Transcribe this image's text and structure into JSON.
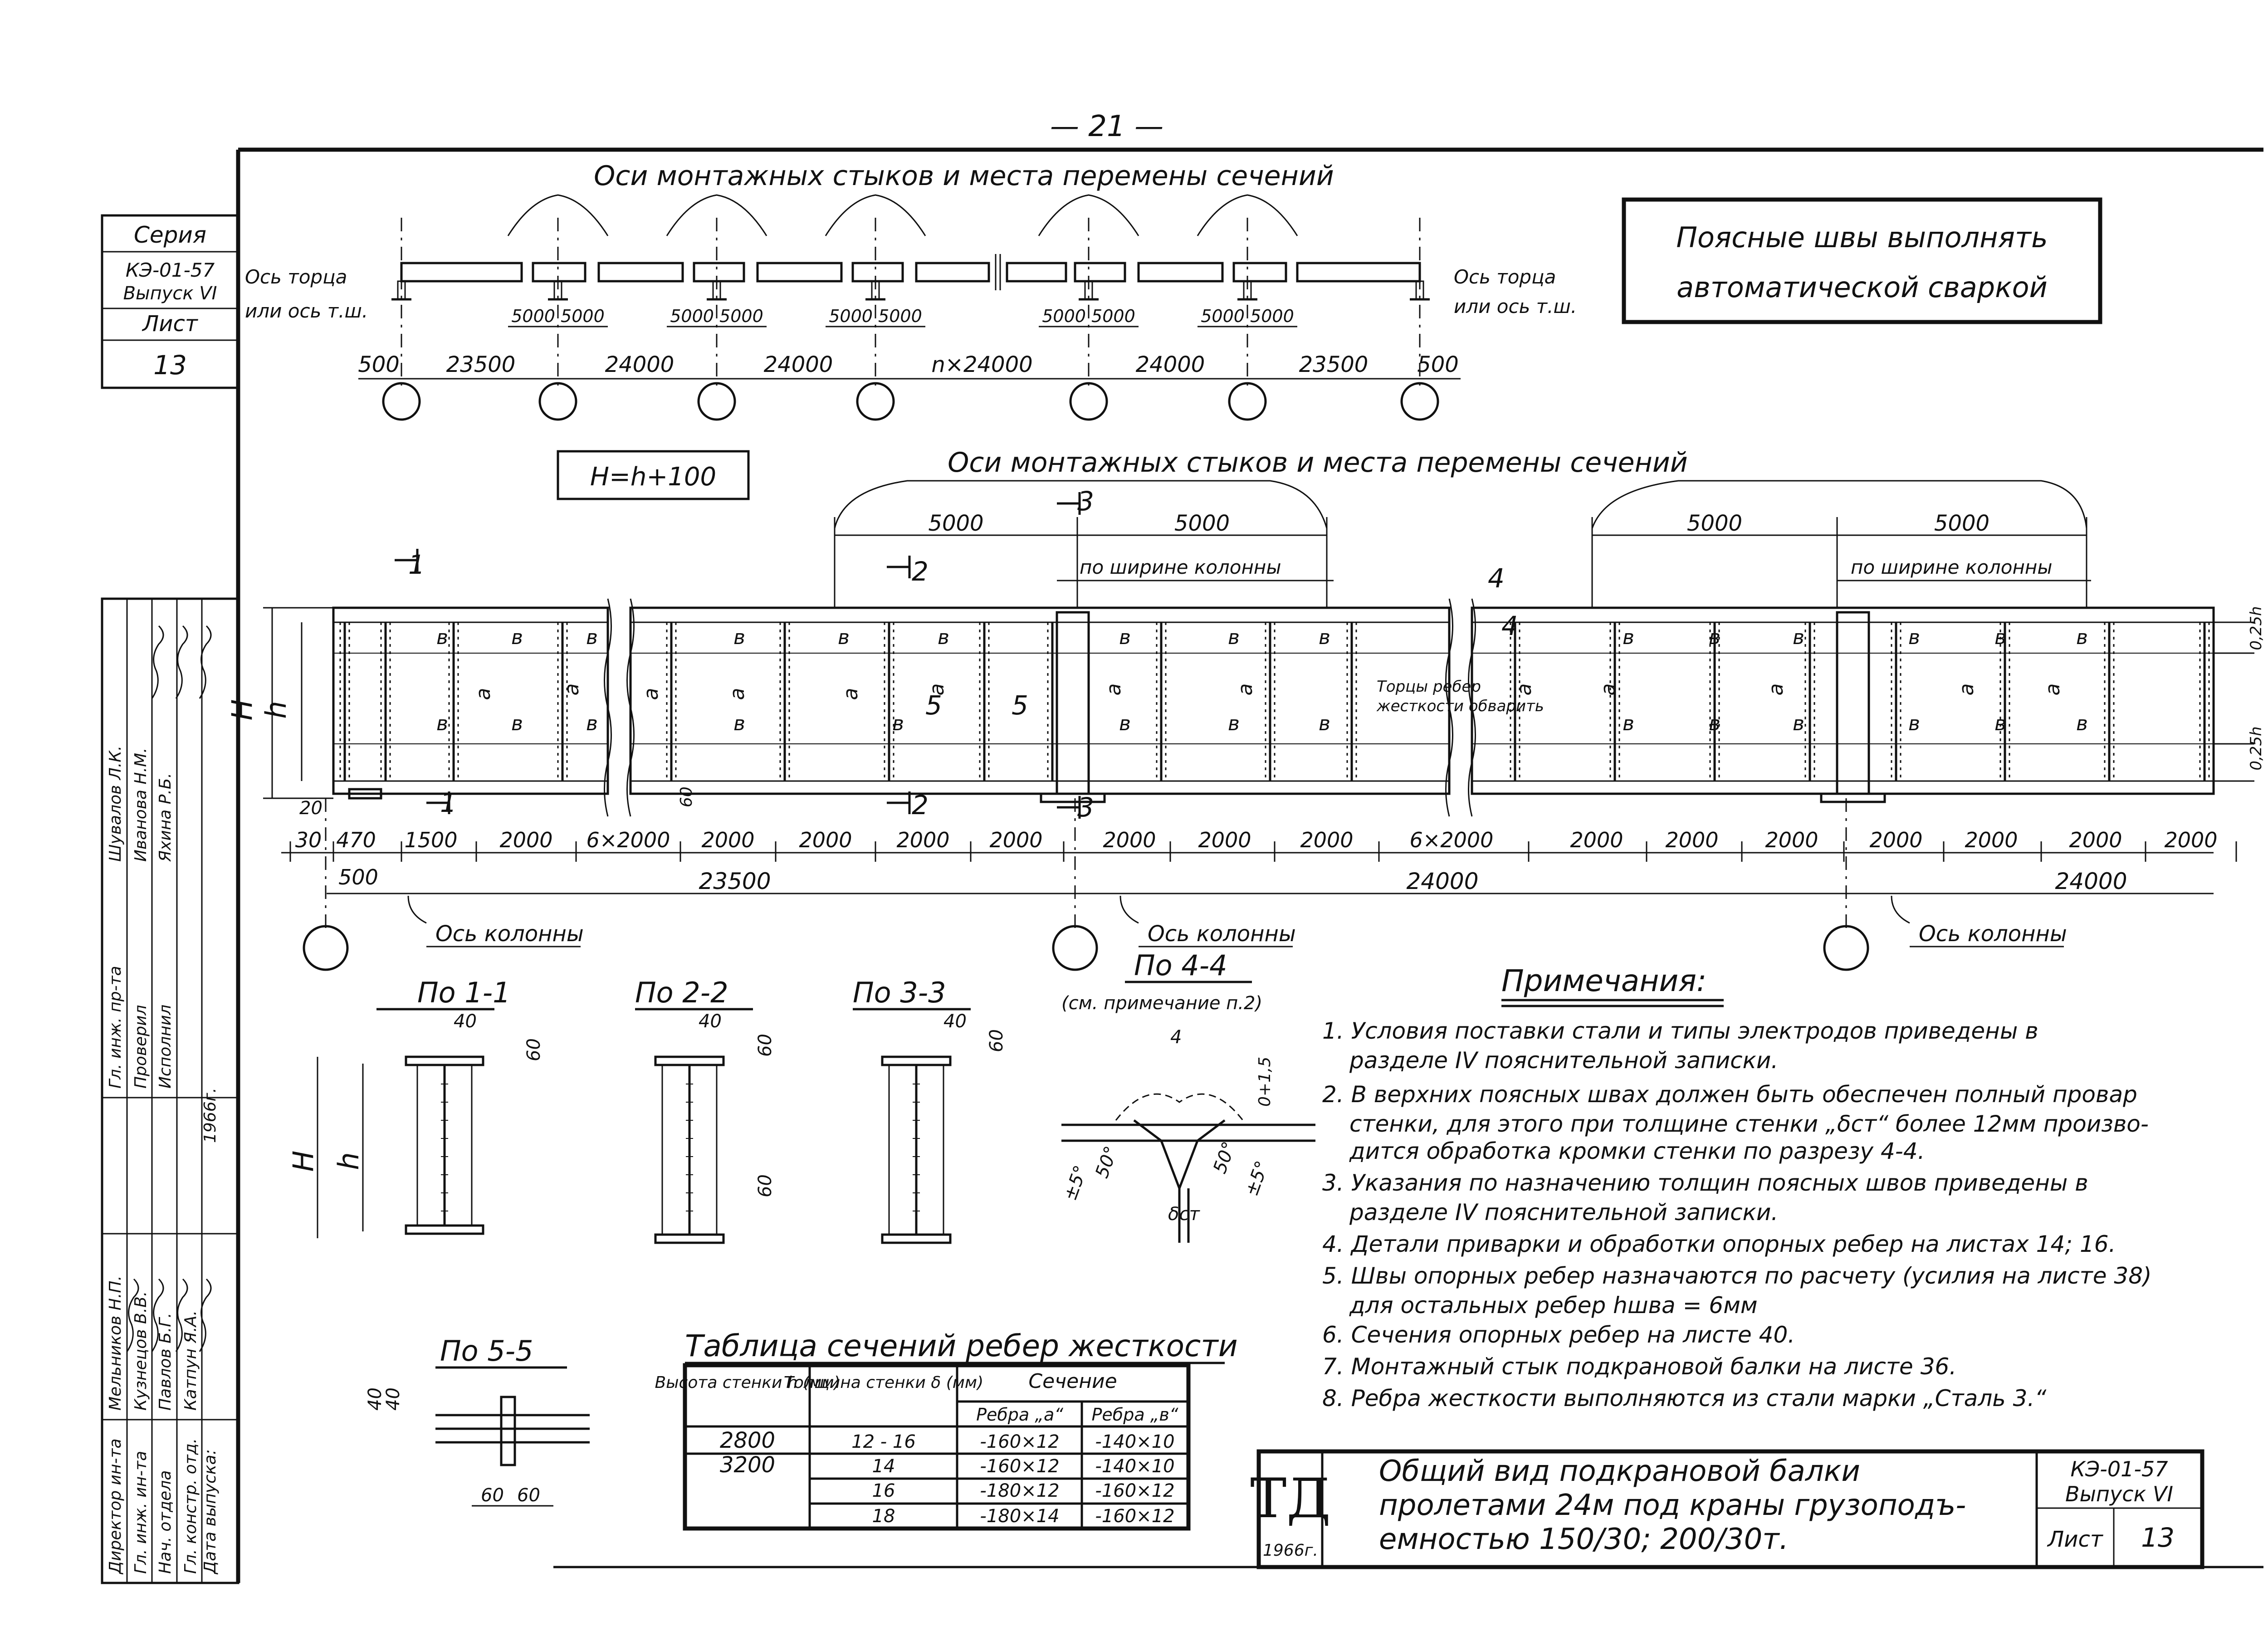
{
  "page_number": "— 21 —",
  "stamp": {
    "series_label": "Серия",
    "series_code": "КЭ-01-57",
    "issue": "Выпуск VI",
    "sheet_label": "Лист",
    "sheet_no": "13"
  },
  "approvals": [
    {
      "role": "Директор ин-та",
      "name": "Мельников Н.П."
    },
    {
      "role": "Гл. инж. ин-та",
      "name": "Кузнецов В.В."
    },
    {
      "role": "Нач. отдела",
      "name": "Павлов Б.Г."
    },
    {
      "role": "Гл. констр. отд.",
      "name": "Катпун Я.А."
    },
    {
      "role": "Дата выпуска:",
      "name": "1966г."
    },
    {
      "role": "Гл. инж. пр-та",
      "name": "Шувалов Л.К."
    },
    {
      "role": "Проверил",
      "name": "Иванова Н.М."
    },
    {
      "role": "Исполнил",
      "name": "Яхина Р.Б."
    }
  ],
  "weld_note": [
    "Поясные швы выполнять",
    "автоматической сваркой"
  ],
  "top_scheme": {
    "axes_title": "Оси монтажных стыков и места перемены сечений",
    "end_label_left": [
      "Ось торца",
      "или ось т.ш."
    ],
    "end_label_right": [
      "Ось торца",
      "или ось т.ш."
    ],
    "pair_labels": [
      "5000 5000",
      "5000 5000",
      "5000 5000",
      "5000 5000",
      "5000 5000"
    ],
    "spans": [
      "500",
      "23500",
      "24000",
      "24000",
      "n×24000",
      "24000",
      "23500",
      "500"
    ]
  },
  "main_view": {
    "height_formula": "H=h+100",
    "axes_title": "Оси монтажных стыков и места перемены сечений",
    "joint_dims": [
      "5000",
      "5000",
      "5000",
      "5000"
    ],
    "column_width_note": "по ширине колонны",
    "section_marks": [
      "1",
      "2",
      "3",
      "4",
      "5"
    ],
    "panel_letters": [
      "в",
      "а"
    ],
    "torcy_note": [
      "Торцы ребер",
      "жесткости обварить"
    ],
    "H": "H",
    "h": "h",
    "flange_ratio": "0,25h",
    "bottom_dims": [
      "30",
      "470",
      "1500",
      "2000",
      "6×2000",
      "2000",
      "2000",
      "2000",
      "2000",
      "2000",
      "2000",
      "2000",
      "6×2000",
      "2000",
      "2000",
      "2000",
      "2000",
      "2000",
      "2000",
      "2000"
    ],
    "small_dims": [
      "20",
      "60"
    ],
    "span_dims": [
      "500",
      "23500",
      "24000",
      "24000"
    ],
    "column_axis": "Ось колонны"
  },
  "sections": [
    {
      "title": "По 1-1",
      "dims": [
        "40",
        "60",
        "H",
        "h"
      ]
    },
    {
      "title": "По 2-2",
      "dims": [
        "40",
        "60",
        "60"
      ]
    },
    {
      "title": "По 3-3",
      "dims": [
        "40",
        "60"
      ]
    },
    {
      "title": "По 4-4",
      "subtitle": "(см. примечание п.2)",
      "dims": [
        "4",
        "0+1,5",
        "50°",
        "50°",
        "±5°",
        "±5°",
        "δст"
      ]
    },
    {
      "title": "По 5-5",
      "dims": [
        "40",
        "40",
        "60",
        "60"
      ]
    }
  ],
  "notes": {
    "title": "Примечания:",
    "items": [
      "1. Условия поставки стали и типы электродов приведены в",
      "разделе IV пояснительной записки.",
      "2. В верхних поясных швах должен быть обеспечен полный провар",
      "стенки, для этого при толщине стенки „δст“ более 12мм произво-",
      "дится обработка кромки стенки по разрезу 4-4.",
      "3. Указания по назначению толщин поясных швов приведены в",
      "разделе IV пояснительной записки.",
      "4. Детали приварки и обработки опорных ребер на листах 14; 16.",
      "5. Швы опорных ребер назначаются по расчету (усилия на листе 38)",
      "для остальных ребер hшва = 6мм",
      "6. Сечения опорных ребер на листе 40.",
      "7. Монтажный стык подкрановой балки на листе 36.",
      "8. Ребра жесткости выполняются из стали марки „Сталь 3.“"
    ]
  },
  "stiffener_table": {
    "title": "Таблица сечений ребер жесткости",
    "headers": [
      "Высота стенки h (мм)",
      "Толщина стенки δ (мм)",
      "Сечение"
    ],
    "subheaders": [
      "Ребра „а“",
      "Ребра „в“"
    ],
    "rows": [
      [
        "2800",
        "12 - 16",
        "-160×12",
        "-140×10"
      ],
      [
        "3200",
        "14",
        "-160×12",
        "-140×10"
      ],
      [
        "",
        "16",
        "-180×12",
        "-160×12"
      ],
      [
        "",
        "18",
        "-180×14",
        "-160×12"
      ]
    ]
  },
  "title_block": {
    "logo": "ТД",
    "year": "1966г.",
    "title": [
      "Общий вид подкрановой балки",
      "пролетами 24м под краны грузоподъ-",
      "емностью 150/30; 200/30т."
    ],
    "code": "КЭ-01-57",
    "issue": "Выпуск VI",
    "sheet_label": "Лист",
    "sheet_no": "13"
  }
}
